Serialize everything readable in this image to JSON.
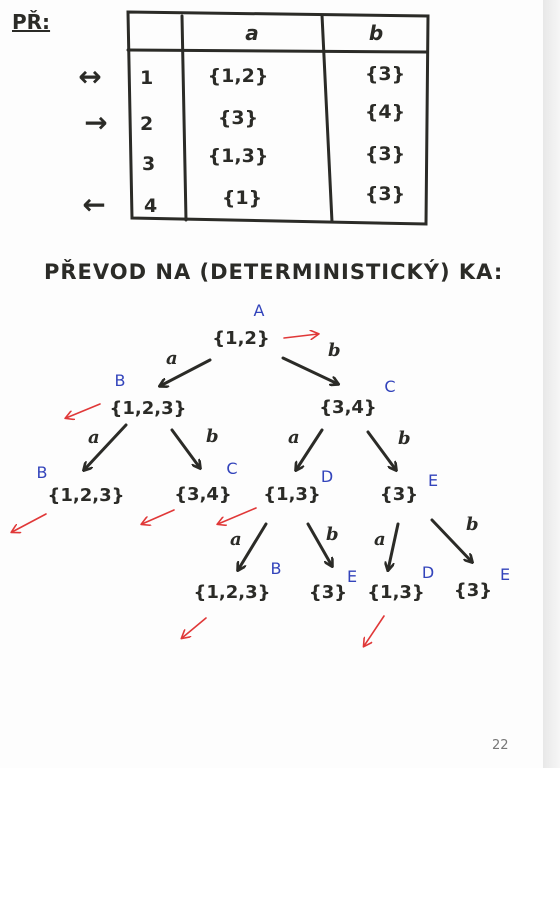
{
  "prefix": "PŘ:",
  "table": {
    "headers": [
      "",
      "a",
      "b"
    ],
    "rows": [
      {
        "state": "1",
        "a": "{1,2}",
        "b": "{3}",
        "marker": "↔"
      },
      {
        "state": "2",
        "a": "{3}",
        "b": "{4}",
        "marker": "→"
      },
      {
        "state": "3",
        "a": "{1,3}",
        "b": "{3}",
        "marker": ""
      },
      {
        "state": "4",
        "a": "{1}",
        "b": "{3}",
        "marker": "←"
      }
    ]
  },
  "heading": "PŘEVOD NA (DETERMINISTICKÝ) KA:",
  "tree": {
    "nodes": [
      {
        "id": "n0",
        "set": "{1,2}",
        "label": "A"
      },
      {
        "id": "n1",
        "set": "{1,2,3}",
        "label": "B"
      },
      {
        "id": "n2",
        "set": "{3,4}",
        "label": "C"
      },
      {
        "id": "n3",
        "set": "{1,2,3}",
        "label": "B"
      },
      {
        "id": "n4",
        "set": "{3,4}",
        "label": "C"
      },
      {
        "id": "n5",
        "set": "{1,3}",
        "label": "D"
      },
      {
        "id": "n6",
        "set": "{3}",
        "label": "E"
      },
      {
        "id": "n7",
        "set": "{1,2,3}",
        "label": "B"
      },
      {
        "id": "n8",
        "set": "{3}",
        "label": "E"
      },
      {
        "id": "n9",
        "set": "{1,3}",
        "label": "D"
      },
      {
        "id": "n10",
        "set": "{3}",
        "label": "E"
      }
    ],
    "edges": [
      {
        "from": "n0",
        "to": "n1",
        "symbol": "a"
      },
      {
        "from": "n0",
        "to": "n2",
        "symbol": "b"
      },
      {
        "from": "n1",
        "to": "n3",
        "symbol": "a"
      },
      {
        "from": "n1",
        "to": "n4",
        "symbol": "b"
      },
      {
        "from": "n2",
        "to": "n5",
        "symbol": "a"
      },
      {
        "from": "n2",
        "to": "n6",
        "symbol": "b"
      },
      {
        "from": "n5",
        "to": "n7",
        "symbol": "a"
      },
      {
        "from": "n5",
        "to": "n8",
        "symbol": "b"
      },
      {
        "from": "n6",
        "to": "n9",
        "symbol": "a"
      },
      {
        "from": "n6",
        "to": "n10",
        "symbol": "b"
      }
    ],
    "initial": [
      "n0"
    ],
    "final": [
      "n1",
      "n3",
      "n4",
      "n5",
      "n7",
      "n9"
    ]
  },
  "page_number": "22",
  "colors": {
    "ink": "#2b2b27",
    "state_label": "#3344bb",
    "final_arrow": "#e03838"
  }
}
